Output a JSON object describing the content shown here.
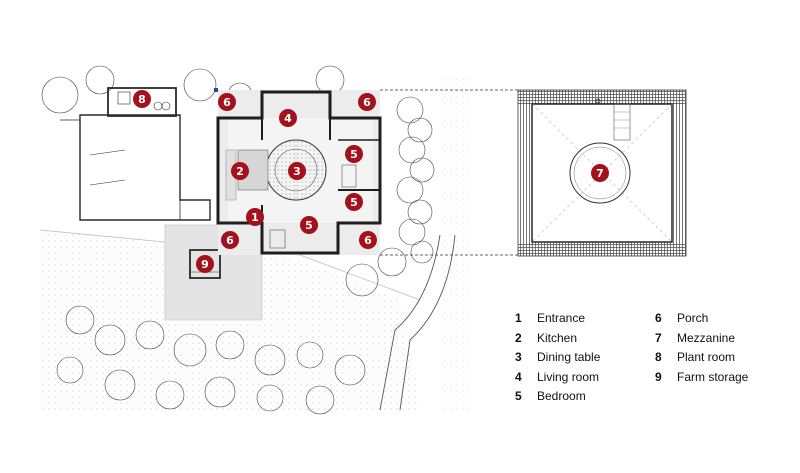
{
  "colors": {
    "marker": "#a3111d",
    "line": "#2a2a2a",
    "hatch": "#8a8a8a",
    "ground": "#d9d9d9"
  },
  "markers": [
    {
      "id": "1",
      "label": "1"
    },
    {
      "id": "2",
      "label": "2"
    },
    {
      "id": "3",
      "label": "3"
    },
    {
      "id": "4",
      "label": "4"
    },
    {
      "id": "5a",
      "label": "5"
    },
    {
      "id": "5b",
      "label": "5"
    },
    {
      "id": "5c",
      "label": "5"
    },
    {
      "id": "6a",
      "label": "6"
    },
    {
      "id": "6b",
      "label": "6"
    },
    {
      "id": "6c",
      "label": "6"
    },
    {
      "id": "6d",
      "label": "6"
    },
    {
      "id": "7",
      "label": "7"
    },
    {
      "id": "8",
      "label": "8"
    },
    {
      "id": "9",
      "label": "9"
    }
  ],
  "legend": [
    {
      "num": "1",
      "label": "Entrance"
    },
    {
      "num": "2",
      "label": "Kitchen"
    },
    {
      "num": "3",
      "label": "Dining table"
    },
    {
      "num": "4",
      "label": "Living room"
    },
    {
      "num": "5",
      "label": "Bedroom"
    },
    {
      "num": "6",
      "label": "Porch"
    },
    {
      "num": "7",
      "label": "Mezzanine"
    },
    {
      "num": "8",
      "label": "Plant room"
    },
    {
      "num": "9",
      "label": "Farm storage"
    }
  ]
}
